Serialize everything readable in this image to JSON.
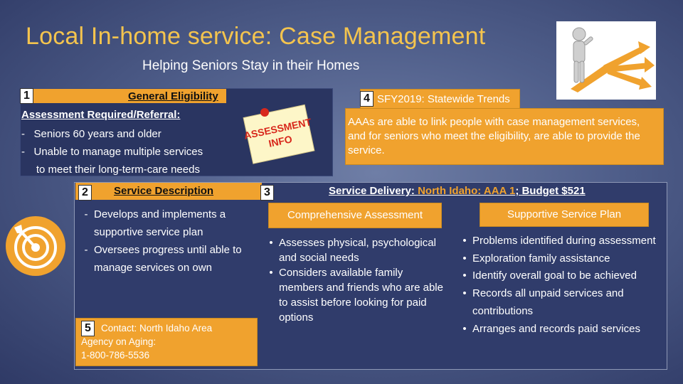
{
  "header": {
    "title": "Local In-home service: Case Management",
    "subtitle": "Helping Seniors Stay in their Homes"
  },
  "section1": {
    "num": "1",
    "heading": "General Eligibility",
    "subheading": "Assessment Required/Referral:",
    "items": [
      "-   Seniors 60 years and older",
      "-   Unable to manage multiple services",
      "     to meet their long-term-care needs"
    ],
    "sticky_line1": "ASSESSMENT",
    "sticky_line2": "INFO"
  },
  "section4": {
    "num": "4",
    "heading": "SFY2019: Statewide Trends",
    "text": "AAAs are able to link people with case management services, and for seniors who meet the eligibility, are able to provide the service."
  },
  "section2": {
    "num": "2",
    "heading": "Service Description",
    "items": [
      "Develops and implements a supportive service plan",
      "Oversees progress until able to manage services on own"
    ]
  },
  "section3": {
    "num": "3",
    "heading_prefix": "Service Delivery: ",
    "heading_highlight": "North Idaho: AAA 1",
    "heading_suffix": "; Budget $521",
    "tab_left": "Comprehensive Assessment",
    "tab_right": "Supportive Service Plan",
    "left_items": [
      "Assesses physical, psychological and social needs",
      "Considers available family members and friends who are able to assist before looking for paid options"
    ],
    "right_items": [
      "Problems identified during assessment",
      "Exploration family assistance",
      "Identify overall goal to be achieved",
      "Records all unpaid services and contributions",
      "Arranges and records paid services"
    ]
  },
  "section5": {
    "num": "5",
    "line1": "Contact: North Idaho Area",
    "line2": "Agency on Aging:",
    "line3": "1-800-786-5536"
  },
  "colors": {
    "accent": "#f0a22e",
    "title": "#f4c44e",
    "background": "#4f5e8a"
  }
}
